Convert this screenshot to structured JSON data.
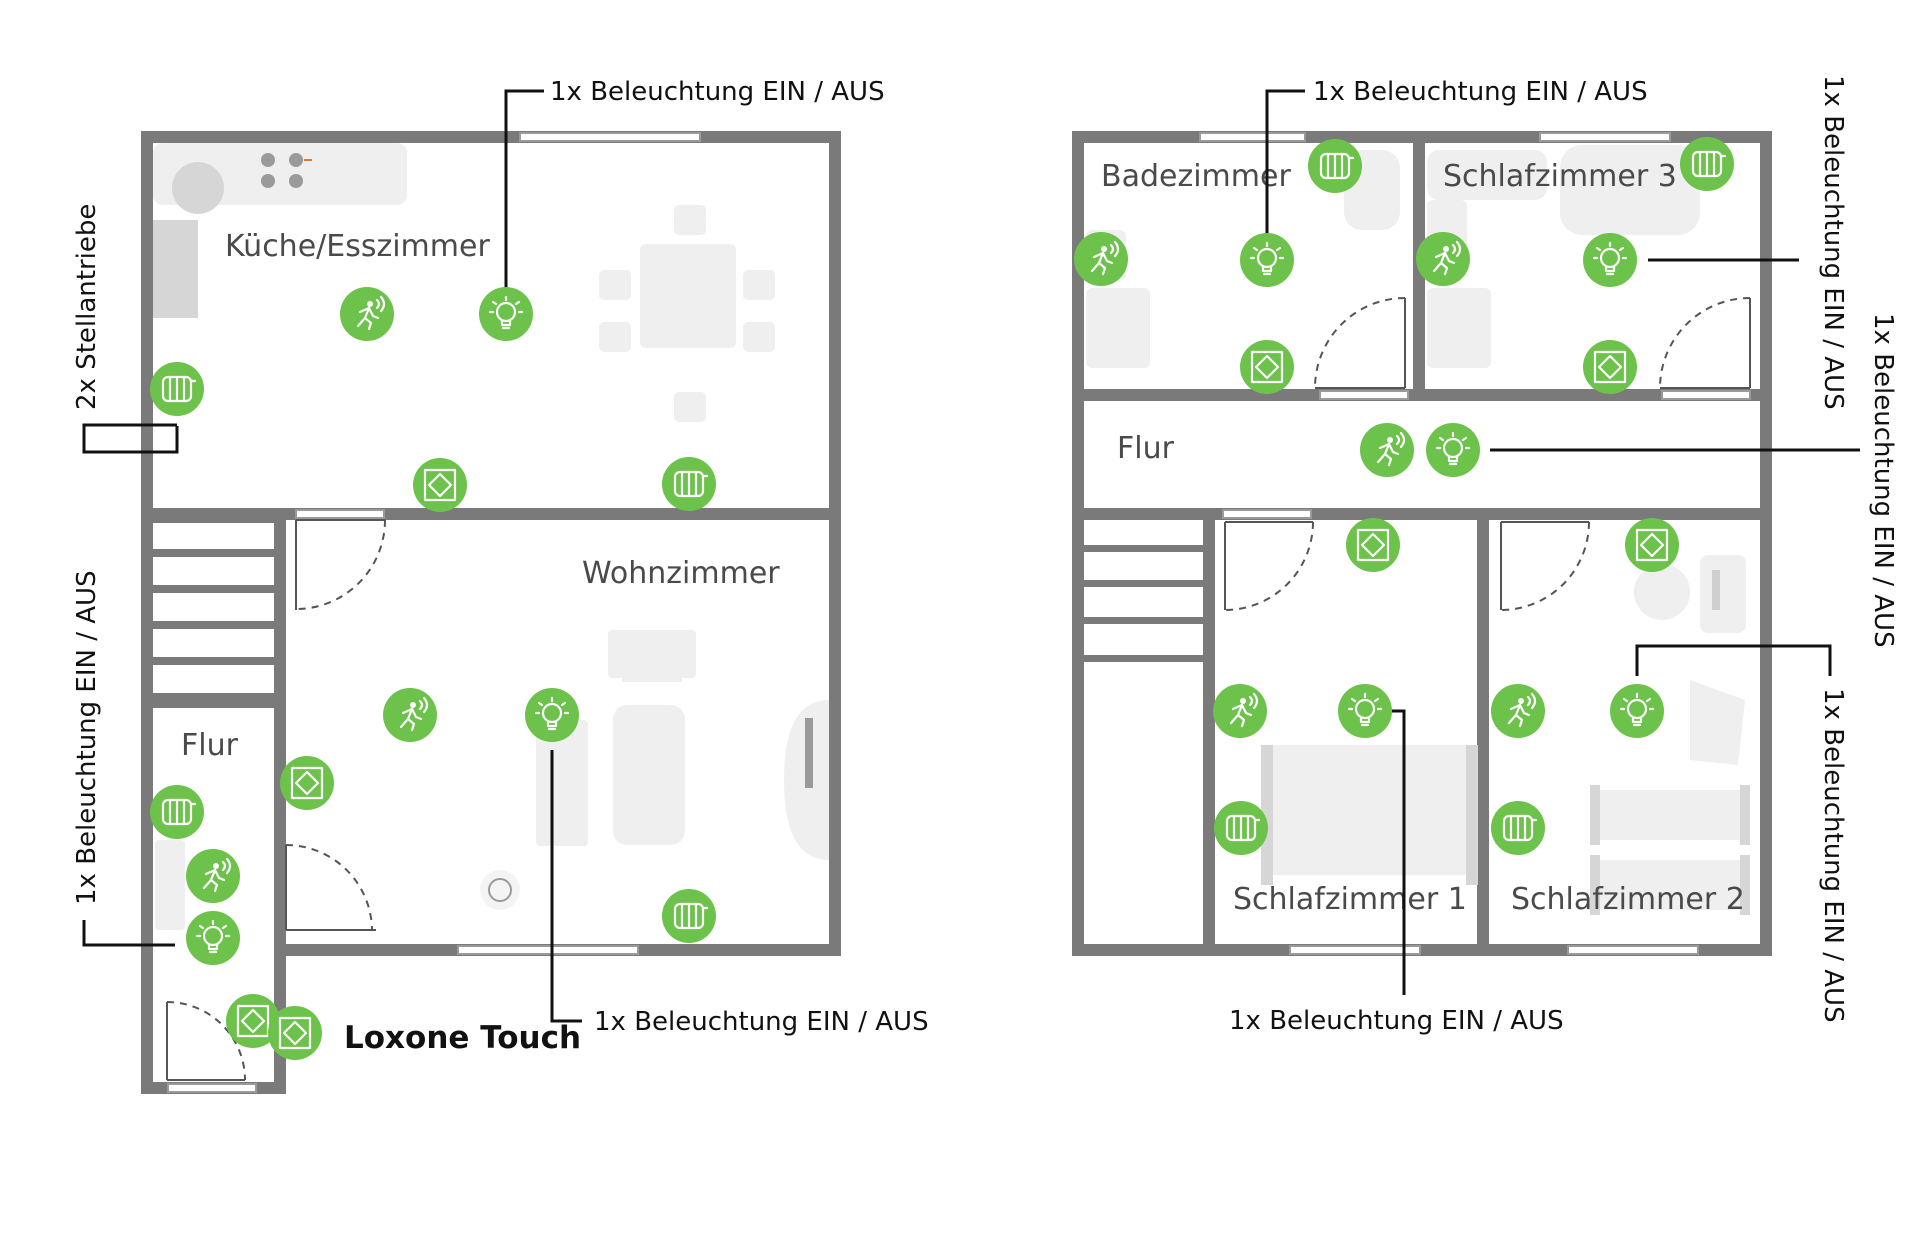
{
  "colors": {
    "device_green": "#6cc24a",
    "wall": "#7a7a7a",
    "furniture": "#efefef",
    "text": "#111111",
    "room_label": "#4a4a4a"
  },
  "rooms": {
    "kueche": "Küche/Esszimmer",
    "wohnzimmer": "Wohnzimmer",
    "flur_eg": "Flur",
    "badezimmer": "Badezimmer",
    "schlafzimmer3": "Schlafzimmer 3",
    "flur_og": "Flur",
    "schlafzimmer1": "Schlafzimmer 1",
    "schlafzimmer2": "Schlafzimmer 2"
  },
  "callouts": {
    "kueche_light": "1x Beleuchtung EIN / AUS",
    "stellantriebe": "2x Stellantriebe",
    "flur_eg_light": "1x Beleuchtung EIN / AUS",
    "wohnzimmer_light": "1x Beleuchtung EIN / AUS",
    "bad_light": "1x Beleuchtung EIN / AUS",
    "sz3_light": "1x Beleuchtung EIN / AUS",
    "flur_og_light": "1x Beleuchtung EIN / AUS",
    "sz2_light": "1x Beleuchtung EIN / AUS",
    "sz1_light": "1x Beleuchtung EIN / AUS"
  },
  "loxone_touch_label": "Loxone Touch",
  "device_icons": [
    "light-bulb-icon",
    "motion-sensor-icon",
    "radiator-icon",
    "touch-switch-icon"
  ]
}
